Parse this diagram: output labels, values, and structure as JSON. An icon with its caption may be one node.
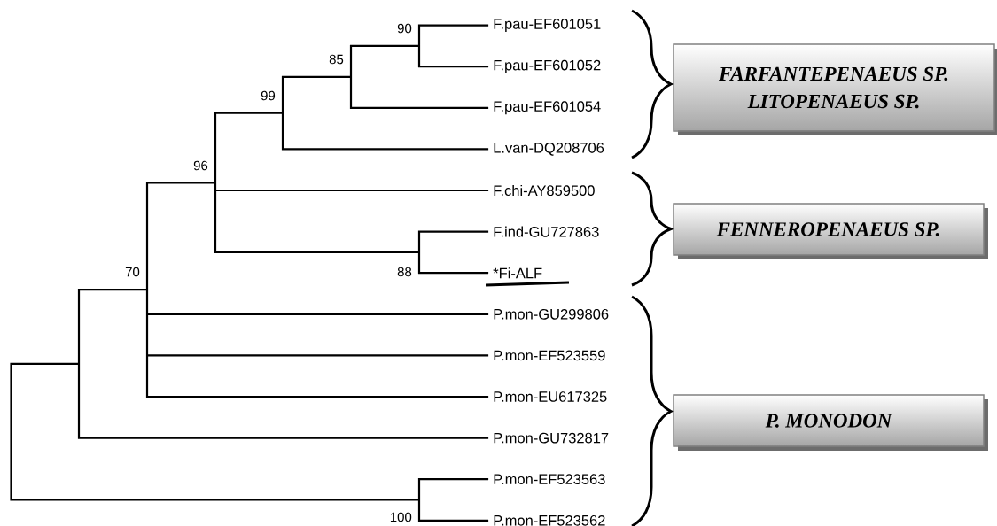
{
  "diagram": {
    "nodes": [
      {
        "text": [
          "FARFANTEPENAEUS SP.",
          "LITOPENAEUS SP."
        ]
      },
      {
        "text": [
          "FENNEROPENAEUS SP."
        ]
      },
      {
        "text": [
          "P. MONODON"
        ]
      }
    ],
    "labels": [
      "90",
      "F.pau-EF601051",
      "85",
      "F.pau-EF601052",
      "99",
      "F.pau-EF601054",
      "96",
      "L.van-DQ208706",
      "F.chi-AY859500",
      "F.ind-GU727863",
      "70",
      "88",
      "*Fi-ALF",
      "P.mon-GU299806",
      "P.mon-EF523559",
      "P.mon-EU617325",
      "P.mon-GU732817",
      "P.mon-EF523563",
      "100",
      "P.mon-EF523562"
    ]
  }
}
